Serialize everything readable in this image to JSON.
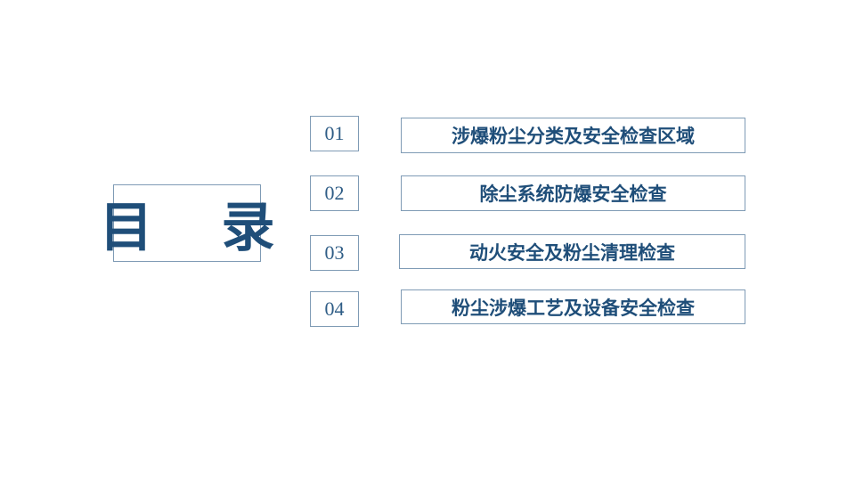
{
  "title": "目 录",
  "toc": [
    {
      "number": "01",
      "label": "涉爆粉尘分类及安全检查区域"
    },
    {
      "number": "02",
      "label": "除尘系统防爆安全检查"
    },
    {
      "number": "03",
      "label": "动火安全及粉尘清理检查"
    },
    {
      "number": "04",
      "label": "粉尘涉爆工艺及设备安全检查"
    }
  ],
  "colors": {
    "text": "#1f4e79",
    "number": "#2f5d86",
    "border": "#7f9bb5",
    "background": "#ffffff"
  }
}
